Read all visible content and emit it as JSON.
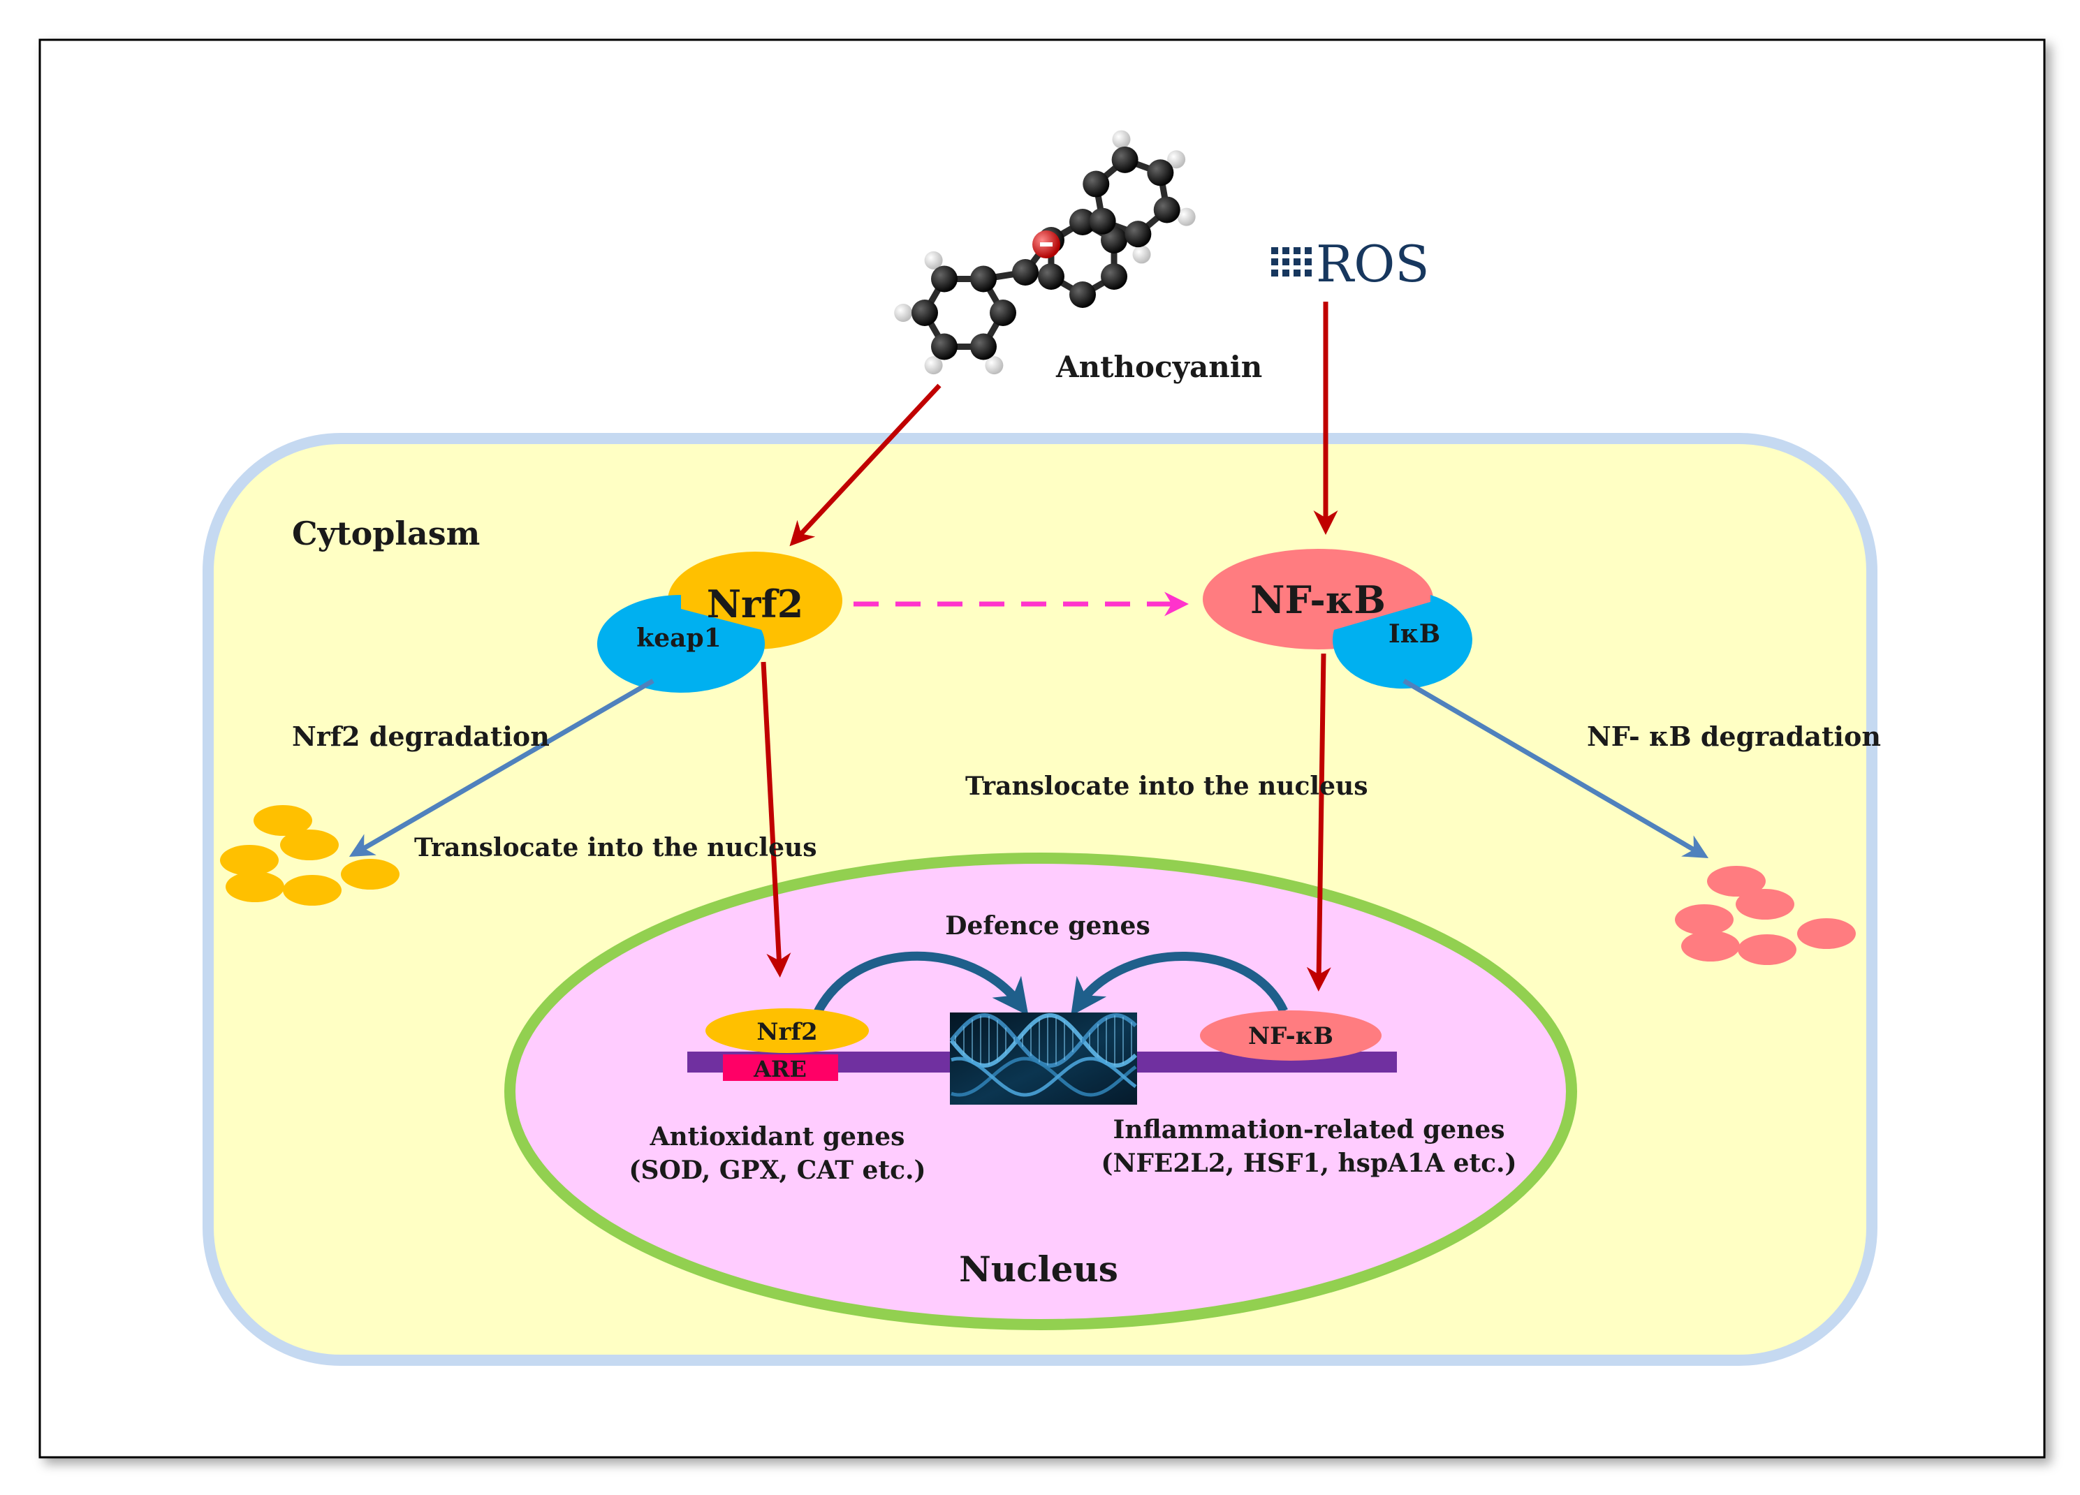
{
  "labels": {
    "anthocyanin": "Anthocyanin",
    "ros": "ROS",
    "cytoplasm": "Cytoplasm",
    "nrf2": "Nrf2",
    "keap1": "keap1",
    "nfkb": "NF-κB",
    "ikb": "IκB",
    "nrf2_degradation": "Nrf2 degradation",
    "nfkb_degradation": "NF- κB degradation",
    "translocate_left": "Translocate into the nucleus",
    "translocate_right": "Translocate into the nucleus",
    "defence_genes": "Defence genes",
    "nrf2_small": "Nrf2",
    "are": "ARE",
    "nfkb_small": "NF-κB",
    "antioxidant_genes_line1": "Antioxidant genes",
    "antioxidant_genes_line2": "(SOD, GPX,  CAT etc.)",
    "inflammation_genes_line1": "Inflammation-related genes",
    "inflammation_genes_line2": "(NFE2L2,  HSF1,  hspA1A etc.)",
    "nucleus": "Nucleus"
  },
  "colors": {
    "cell_fill": "#ffffc4",
    "cell_border": "#c5d9f1",
    "nucleus_fill": "#ffccff",
    "nucleus_border": "#92d050",
    "nrf2": "#ffc000",
    "keap1": "#00b0f0",
    "nfkb": "#ff7c80",
    "ikb": "#00b0f0",
    "are": "#ff0066",
    "dna_strand": "#7030a0",
    "activation_arrow": "#c00000",
    "degradation_arrow": "#4f81bd",
    "crosstalk_arrow": "#ff33cc",
    "gene_arrow": "#1f5f8b"
  },
  "icons": {
    "molecule": "anthocyanin-molecule-icon",
    "ros": "ros-dots-icon",
    "dna": "dna-helix-icon"
  }
}
